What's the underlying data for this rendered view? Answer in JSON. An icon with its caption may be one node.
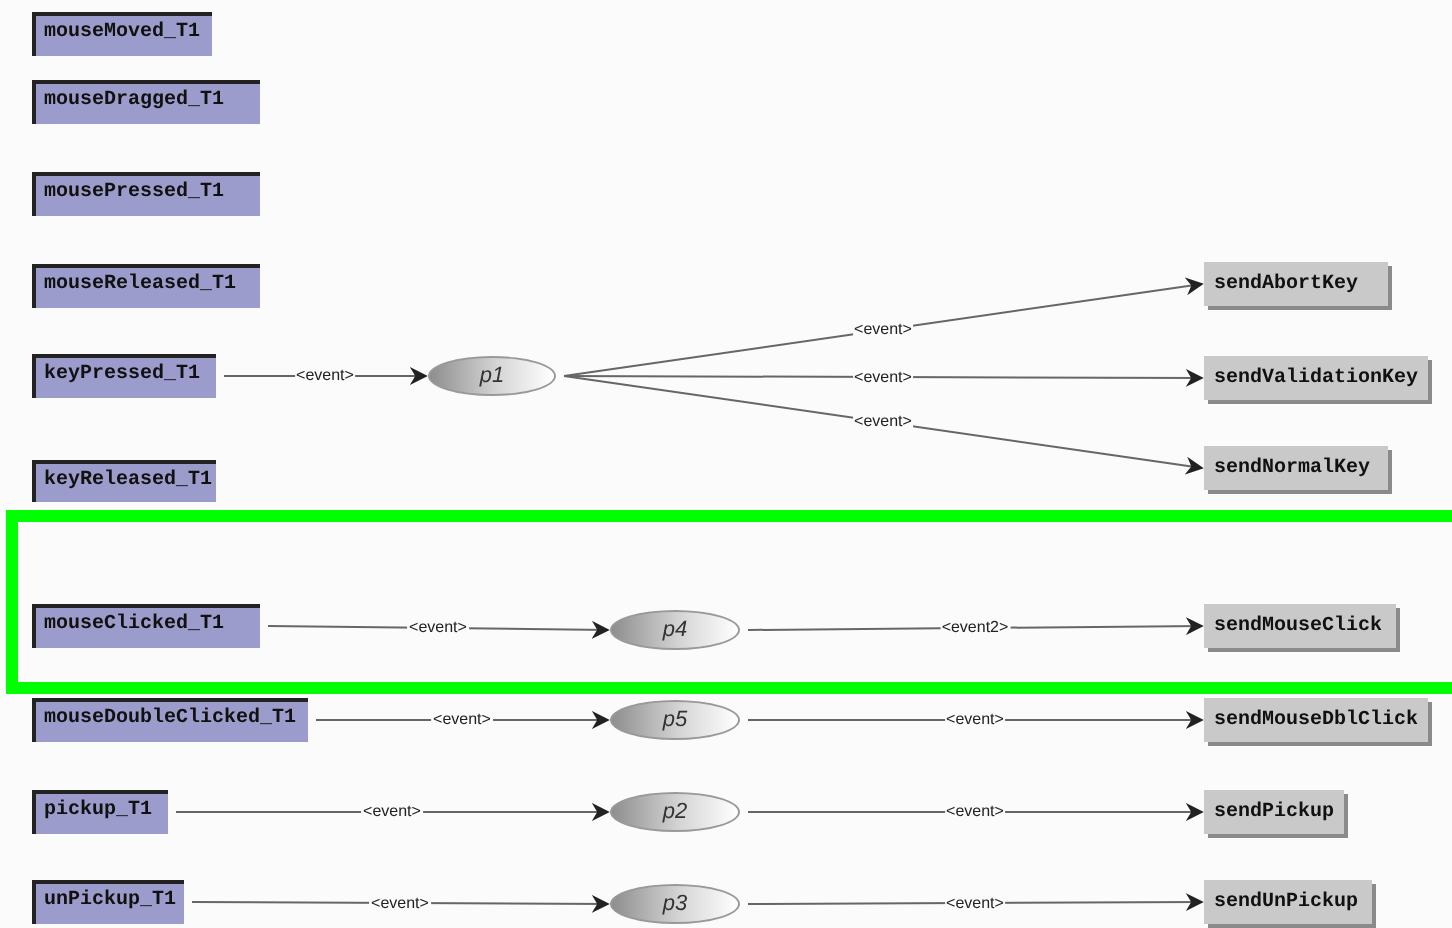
{
  "diagram": {
    "nodes": [
      {
        "text": [
          "mouseMoved_T1"
        ]
      },
      {
        "text": [
          "mouseDragged_T1"
        ]
      },
      {
        "text": [
          "mousePressed_T1"
        ]
      },
      {
        "text": [
          "mouseReleased_T1"
        ]
      },
      {
        "text": [
          "keyPressed_T1"
        ]
      },
      {
        "text": [
          "p1"
        ]
      },
      {
        "text": [
          "sendAbortKey"
        ]
      },
      {
        "text": [
          "sendValidationKey"
        ]
      },
      {
        "text": [
          "sendNormalKey"
        ]
      },
      {
        "text": [
          "keyReleased_T1"
        ]
      },
      {
        "text": [],
        "shape": "box"
      },
      {
        "text": [
          "mouseClicked_T1"
        ],
        "in": 10
      },
      {
        "text": [
          "p4"
        ],
        "in": 10
      },
      {
        "text": [
          "sendMouseClick"
        ],
        "in": 10
      },
      {
        "text": [
          "mouseDoubleClicked_T1"
        ]
      },
      {
        "text": [
          "p5"
        ]
      },
      {
        "text": [
          "sendMouseDblClick"
        ]
      },
      {
        "text": [
          "pickup_T1"
        ]
      },
      {
        "text": [
          "p2"
        ]
      },
      {
        "text": [
          "sendPickup"
        ]
      },
      {
        "text": [
          "unPickup_T1"
        ]
      },
      {
        "text": [
          "p3"
        ]
      },
      {
        "text": [
          "sendUnPickup"
        ]
      }
    ],
    "edges": [
      {
        "from": 4,
        "to": 5,
        "arrow": "to",
        "label": "<event>"
      },
      {
        "from": 5,
        "to": 6,
        "arrow": "to",
        "label": "<event>"
      },
      {
        "from": 5,
        "to": 7,
        "arrow": "to",
        "label": "<event>"
      },
      {
        "from": 5,
        "to": 8,
        "arrow": "to",
        "label": "<event>"
      },
      {
        "from": 11,
        "to": 12,
        "arrow": "to",
        "label": "<event>"
      },
      {
        "from": 12,
        "to": 13,
        "arrow": "to",
        "label": "<event2>"
      },
      {
        "from": 14,
        "to": 15,
        "arrow": "to",
        "label": "<event>"
      },
      {
        "from": 15,
        "to": 16,
        "arrow": "to",
        "label": "<event>"
      },
      {
        "from": 17,
        "to": 18,
        "arrow": "to",
        "label": "<event>"
      },
      {
        "from": 18,
        "to": 19,
        "arrow": "to",
        "label": "<event>"
      },
      {
        "from": 20,
        "to": 21,
        "arrow": "to",
        "label": "<event>"
      },
      {
        "from": 21,
        "to": 22,
        "arrow": "to",
        "label": "<event>"
      }
    ]
  }
}
